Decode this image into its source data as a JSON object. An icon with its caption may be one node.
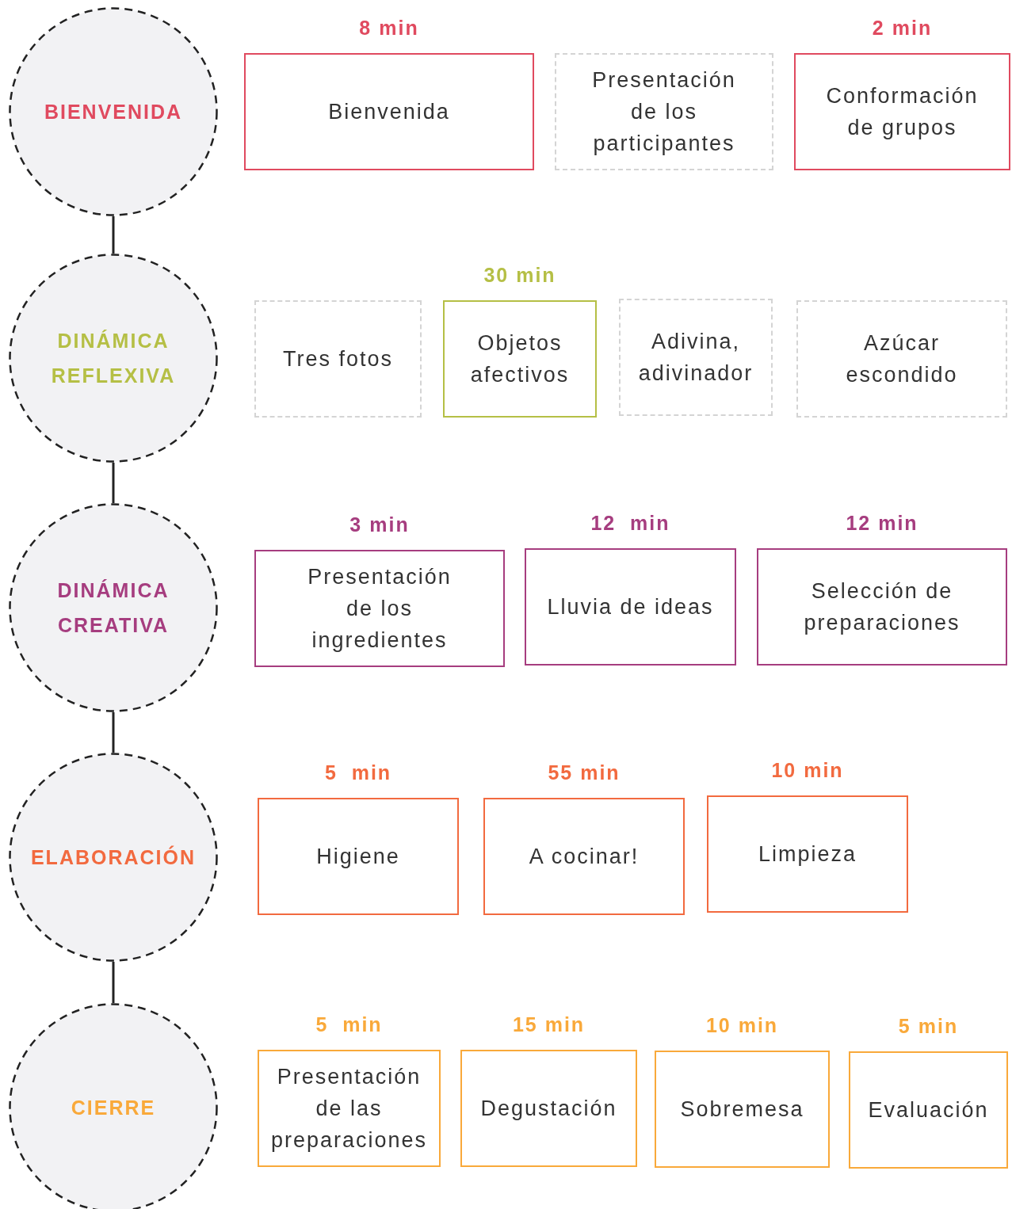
{
  "diagram": {
    "nodes": [
      {
        "text": [
          "BIENVENIDA"
        ]
      },
      {
        "text": [
          "Bienvenida"
        ],
        "beside": [
          "8 min"
        ]
      },
      {
        "text": [
          "Presentación de los participantes"
        ]
      },
      {
        "text": [
          "Conformación de grupos"
        ],
        "beside": [
          "2 min"
        ]
      },
      {
        "text": [
          "DINÁMICA REFLEXIVA"
        ]
      },
      {
        "text": [
          "Tres fotos"
        ]
      },
      {
        "text": [
          "Objetos afectivos"
        ],
        "beside": [
          "30 min"
        ]
      },
      {
        "text": [
          "Adivina, adivinador"
        ]
      },
      {
        "text": [
          "Azúcar escondido"
        ]
      },
      {
        "text": [
          "DINÁMICA CREATIVA"
        ]
      },
      {
        "text": [
          "Presentación de los ingredientes"
        ],
        "beside": [
          "3 min"
        ]
      },
      {
        "text": [
          "Lluvia de ideas"
        ],
        "beside": [
          "12  min"
        ]
      },
      {
        "text": [
          "Selección de preparaciones"
        ],
        "beside": [
          "12 min"
        ]
      },
      {
        "text": [
          "ELABORACIÓN"
        ]
      },
      {
        "text": [
          "Higiene"
        ],
        "beside": [
          "5  min"
        ]
      },
      {
        "text": [
          "A cocinar!"
        ],
        "beside": [
          "55 min"
        ]
      },
      {
        "text": [
          "Limpieza"
        ],
        "beside": [
          "10 min"
        ]
      },
      {
        "text": [
          "CIERRE"
        ]
      },
      {
        "text": [
          "Presentación de las preparaciones"
        ],
        "beside": [
          "5  min"
        ]
      },
      {
        "text": [
          "Degustación"
        ],
        "beside": [
          "15 min"
        ]
      },
      {
        "text": [
          "Sobremesa"
        ],
        "beside": [
          "10 min"
        ]
      },
      {
        "text": [
          "Evaluación"
        ],
        "beside": [
          "5 min"
        ]
      }
    ],
    "edges": [
      {
        "from": 0,
        "to": 4,
        "arrow": "none"
      },
      {
        "from": 4,
        "to": 9,
        "arrow": "none"
      },
      {
        "from": 9,
        "to": 13,
        "arrow": "none"
      },
      {
        "from": 13,
        "to": 17,
        "arrow": "none"
      }
    ]
  }
}
